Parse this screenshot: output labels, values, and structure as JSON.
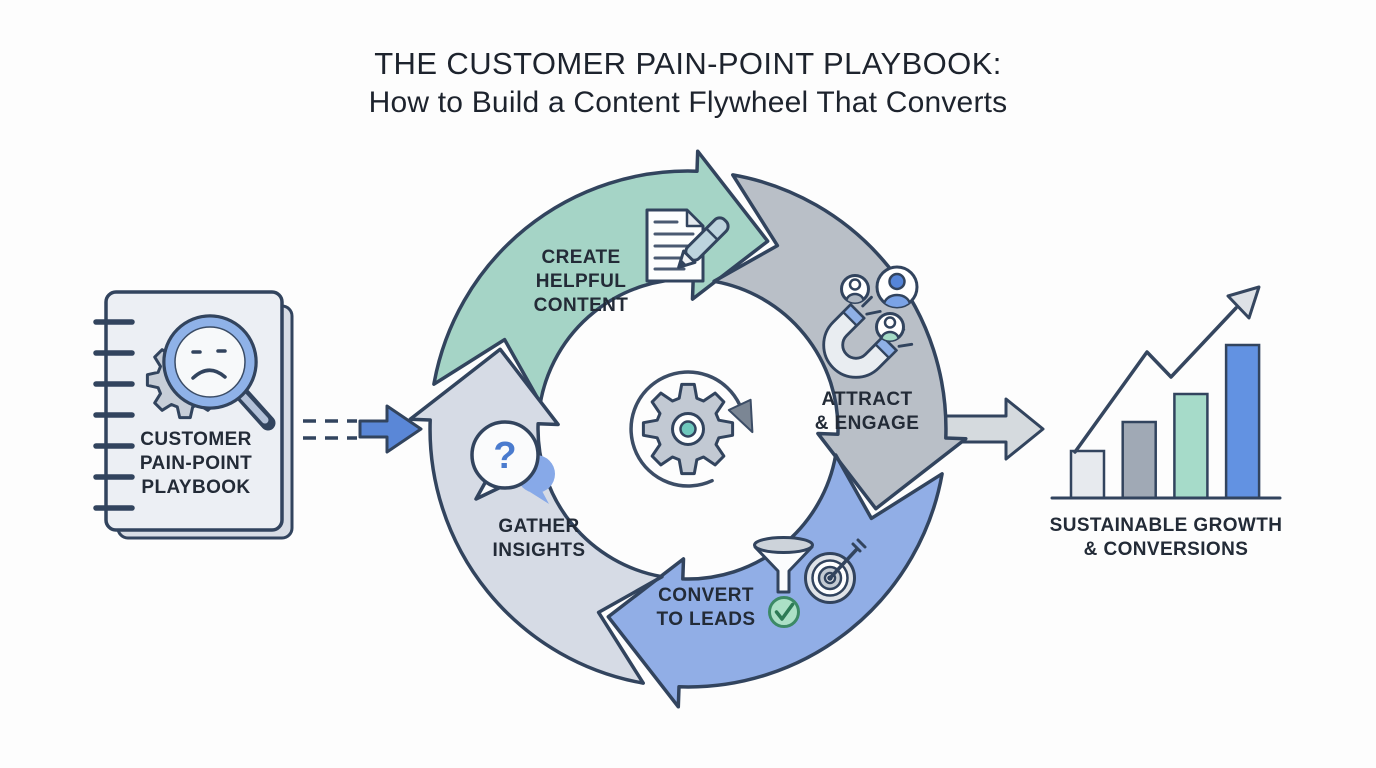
{
  "title": {
    "line1": "THE CUSTOMER PAIN-POINT PLAYBOOK:",
    "line2": "How to Build a Content Flywheel That Converts"
  },
  "playbook": {
    "icon": "gear-magnifier-sad-face-icon",
    "lines": [
      "CUSTOMER",
      "PAIN-POINT",
      "PLAYBOOK"
    ]
  },
  "connector": {
    "icon": "dashed-arrow-icon",
    "color": "#5a87d7"
  },
  "flywheel": {
    "rotation": "clockwise",
    "center_icon": "gear-cycle-icon",
    "segments": [
      {
        "name": "create-helpful-content",
        "lines": [
          "CREATE",
          "HELPFUL",
          "CONTENT"
        ],
        "color": "#a5d4c6",
        "icon": "document-pen-icon"
      },
      {
        "name": "attract-and-engage",
        "lines": [
          "ATTRACT",
          "& ENGAGE"
        ],
        "color": "#b9bfc7",
        "icon": "magnet-audience-icon"
      },
      {
        "name": "convert-to-leads",
        "lines": [
          "CONVERT",
          "TO LEADS"
        ],
        "color": "#91aee6",
        "icon": "funnel-target-check-icon"
      },
      {
        "name": "gather-insights",
        "lines": [
          "GATHER",
          "INSIGHTS"
        ],
        "color": "#d6dbe5",
        "icon": "question-bubble-icon"
      }
    ]
  },
  "output_arrow": {
    "icon": "block-arrow-right-icon",
    "color": "#d5dade"
  },
  "outcome": {
    "lines": [
      "SUSTAINABLE GROWTH",
      "& CONVERSIONS"
    ],
    "icon": "growth-bar-chart-icon",
    "trend": "rising-zigzag-arrow",
    "bars": [
      {
        "color": "#e7eaee",
        "height": 47
      },
      {
        "color": "#a0a9b5",
        "height": 76
      },
      {
        "color": "#a6dbc9",
        "height": 104
      },
      {
        "color": "#6292e2",
        "height": 153
      }
    ]
  },
  "icons": {
    "question_mark": "?"
  },
  "colors": {
    "background": "#fdfdfd",
    "outline": "#32445e",
    "text": "#232b37",
    "teal": "#a5d4c6",
    "gray": "#b9bfc7",
    "blue": "#91aee6",
    "lavender": "#d6dbe5",
    "accent_blue": "#5a87d7",
    "mint": "#a6dbc9",
    "gear_center_dot": "#6fc8bd"
  }
}
